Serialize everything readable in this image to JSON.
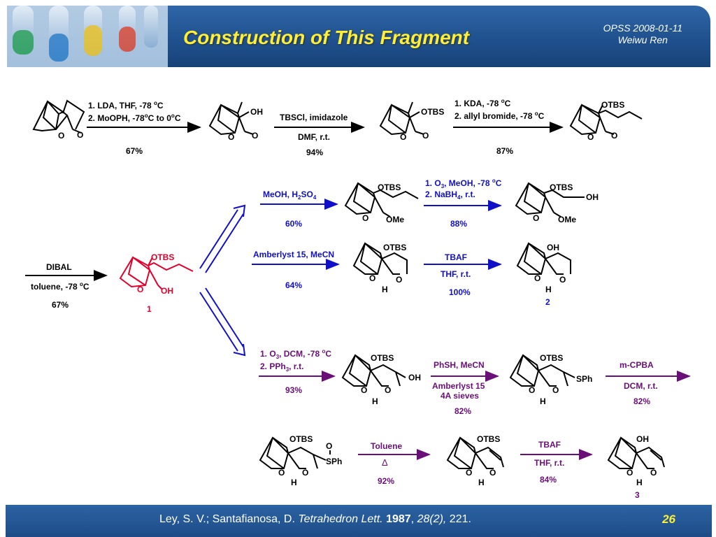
{
  "header": {
    "title": "Construction of This Fragment",
    "meta_line1": "OPSS 2008-01-11",
    "meta_line2": "Weiwu Ren"
  },
  "footer": {
    "authors": "Ley, S. V.; Santafianosa, D. ",
    "journal": "Tetrahedron Lett.",
    "year": "1987",
    "volume": "28(2),",
    "pages": " 221.",
    "page_number": "26"
  },
  "colors": {
    "black": "#000000",
    "red": "#e4002b",
    "blue": "#1010c8",
    "purple": "#6a0e78",
    "title": "#ffee33"
  },
  "atoms": {
    "O": "O",
    "OH": "OH",
    "OTBS": "OTBS",
    "OMe": "OMe",
    "H": "H",
    "SPh": "SPh"
  },
  "compounds": {
    "c1": "1",
    "c2": "2",
    "c3": "3"
  },
  "step1": {
    "line1": "1. LDA, THF, -78 ",
    "line2a": "2. MoOPH, -78",
    "line2b": "C to 0",
    "line2c": "C",
    "yield": "67%"
  },
  "step2": {
    "line1": "TBSCl, imidazole",
    "line2": "DMF, r.t.",
    "yield": "94%"
  },
  "step3": {
    "line1": "1. KDA, -78 ",
    "line2": "2. allyl bromide, -78 ",
    "yield": "87%"
  },
  "step4": {
    "line1": "DIBAL",
    "line2": "toluene, -78 ",
    "yield": "67%"
  },
  "step5": {
    "line1a": "MeOH, H",
    "line1b": "2",
    "line1c": "SO",
    "line1d": "4",
    "yield": "60%"
  },
  "step6": {
    "line1a": "1. O",
    "line1b": "3",
    "line1c": ", MeOH, -78 ",
    "line2a": "2. NaBH",
    "line2b": "4",
    "line2c": ", r.t.",
    "yield": "88%"
  },
  "step7": {
    "line1": "Amberlyst 15, MeCN",
    "yield": "64%"
  },
  "step8": {
    "line1": "TBAF",
    "line2": "THF, r.t.",
    "yield": "100%"
  },
  "step9": {
    "line1a": "1. O",
    "line1b": "3",
    "line1c": ", DCM, -78 ",
    "line2a": "2. PPh",
    "line2b": "3",
    "line2c": ", r.t.",
    "yield": "93%"
  },
  "step10": {
    "line1": "PhSH, MeCN",
    "line2": "Amberlyst 15",
    "line3": "4A sieves",
    "yield": "82%"
  },
  "step11": {
    "line1": "m-CPBA",
    "line2": "DCM, r.t.",
    "yield": "82%"
  },
  "step12": {
    "line1": "Toluene",
    "line2": "Δ",
    "yield": "92%"
  },
  "step13": {
    "line1": "TBAF",
    "line2": "THF, r.t.",
    "yield": "84%"
  },
  "units": {
    "deg": "o",
    "C": "C"
  }
}
